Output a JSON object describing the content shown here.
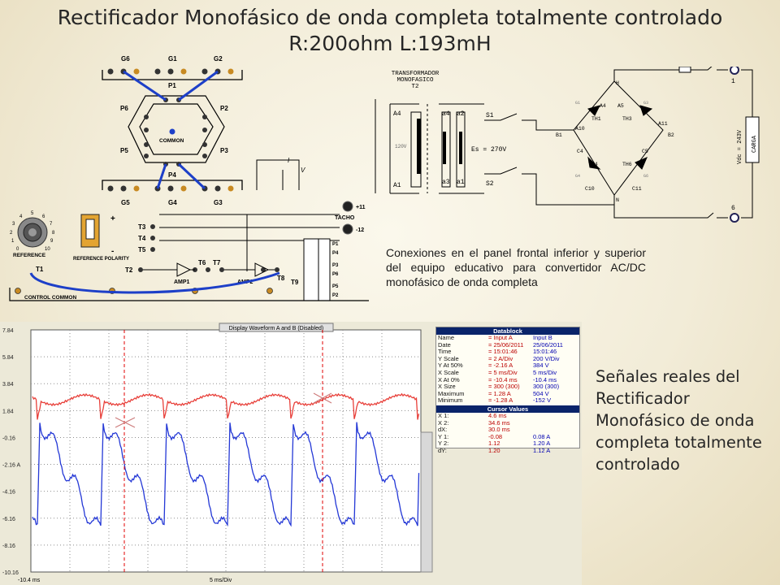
{
  "title": {
    "line1": "Rectificador Monofásico de onda completa totalmente controlado",
    "line2": "R:200ohm  L:193mH"
  },
  "panel": {
    "gate_terminals_top": [
      "G6",
      "G1",
      "G2"
    ],
    "pulse_labels": [
      "P1",
      "P6",
      "P2",
      "P5",
      "P3",
      "P4"
    ],
    "common": "COMMON",
    "gate_terminals_bottom": [
      "G5",
      "G4",
      "G3"
    ],
    "reference": "REFERENCE",
    "reference_polarity": "REFERENCE POLARITY",
    "t_labels": [
      "T1",
      "T2",
      "T3",
      "T4",
      "T5",
      "T6",
      "T7",
      "T8",
      "T9"
    ],
    "amp1": "AMP1",
    "amp2": "AMP2",
    "tacho": "TACHO",
    "tacho_plus": "+11",
    "tacho_minus": "-12",
    "control_common": "CONTROL COMMON",
    "meter_i": "I",
    "meter_v": "V",
    "pulse_outputs": [
      "P1",
      "P4",
      "P3",
      "P6",
      "P5",
      "P2"
    ],
    "dial_numbers": [
      "0",
      "1",
      "2",
      "3",
      "4",
      "5",
      "6",
      "7",
      "8",
      "9",
      "10"
    ],
    "plus_sign": "+",
    "minus_sign": "-"
  },
  "circuit": {
    "transformer_title": [
      "TRANSFORMADOR",
      "MONOFASICO",
      "T2"
    ],
    "primary_labels": [
      "A4",
      "A1"
    ],
    "primary_voltage": "120V",
    "secondary_labels": [
      "a4",
      "a2",
      "a3",
      "a1"
    ],
    "es_label": "Es = 270V",
    "switches": [
      "S1",
      "S2"
    ],
    "bridge_nodes": [
      "H",
      "A4",
      "A5",
      "B1",
      "A10",
      "A11",
      "B2",
      "C4",
      "C5",
      "C10",
      "C11",
      "N"
    ],
    "thyristors": [
      "TH1",
      "TH3",
      "TH4",
      "TH6"
    ],
    "gates": [
      "G1",
      "G3",
      "G4",
      "G6"
    ],
    "terminals": [
      "1",
      "6"
    ],
    "load_voltage": "Vdc = 243V",
    "load": "CARGA"
  },
  "caption": "Conexiones en el panel frontal inferior y superior del equipo educativo para convertidor AC/DC monofásico de onda completa",
  "side_text": "Señales reales del Rectificador Monofásico de onda completa totalmente controlado",
  "scope": {
    "window_title": "Display Waveform A and B (Disabled)",
    "y_ticks": [
      "7.84",
      "5.84",
      "3.84",
      "1.84",
      "-0.16",
      "-2.16 A",
      "-4.16",
      "-6.16",
      "-8.16",
      "-10.16"
    ],
    "x_start": "-10.4 ms",
    "x_scale": "5 ms/Div",
    "datablock_title": "Datablock",
    "datablock_rows": [
      [
        "Name",
        "= Input A",
        "Input B"
      ],
      [
        "Date",
        "= 25/06/2011",
        "25/06/2011"
      ],
      [
        "Time",
        "= 15:01:46",
        "15:01:46"
      ],
      [
        "Y Scale",
        "=   2   A/Div",
        "200   V/Div"
      ],
      [
        "Y At 50%",
        "= -2.16 A",
        "384   V"
      ],
      [
        "X Scale",
        "=   5   ms/Div",
        "5   ms/Div"
      ],
      [
        "X At 0%",
        "= -10.4  ms",
        "-10.4  ms"
      ],
      [
        "X Size",
        "= 300 (300)",
        "300 (300)"
      ],
      [
        "Maximum",
        "=  1.28 A",
        "504   V"
      ],
      [
        "Minimum",
        "= -1.28 A",
        "-152   V"
      ]
    ],
    "cursor_title": "Cursor Values",
    "cursor_rows": [
      [
        "X 1:",
        "4.6 ms",
        ""
      ],
      [
        "X 2:",
        "34.6 ms",
        ""
      ],
      [
        "dX:",
        "30.0 ms",
        ""
      ],
      [
        "Y 1:",
        "-0.08",
        "0.08 A"
      ],
      [
        "Y 2:",
        "1.12",
        "1.20 A"
      ],
      [
        "dY:",
        "1.20",
        "1.12 A"
      ]
    ],
    "colors": {
      "input_a": "#e8403a",
      "input_b": "#2438d6",
      "grid": "#8f8f8f",
      "cursor": "#e00000"
    }
  }
}
